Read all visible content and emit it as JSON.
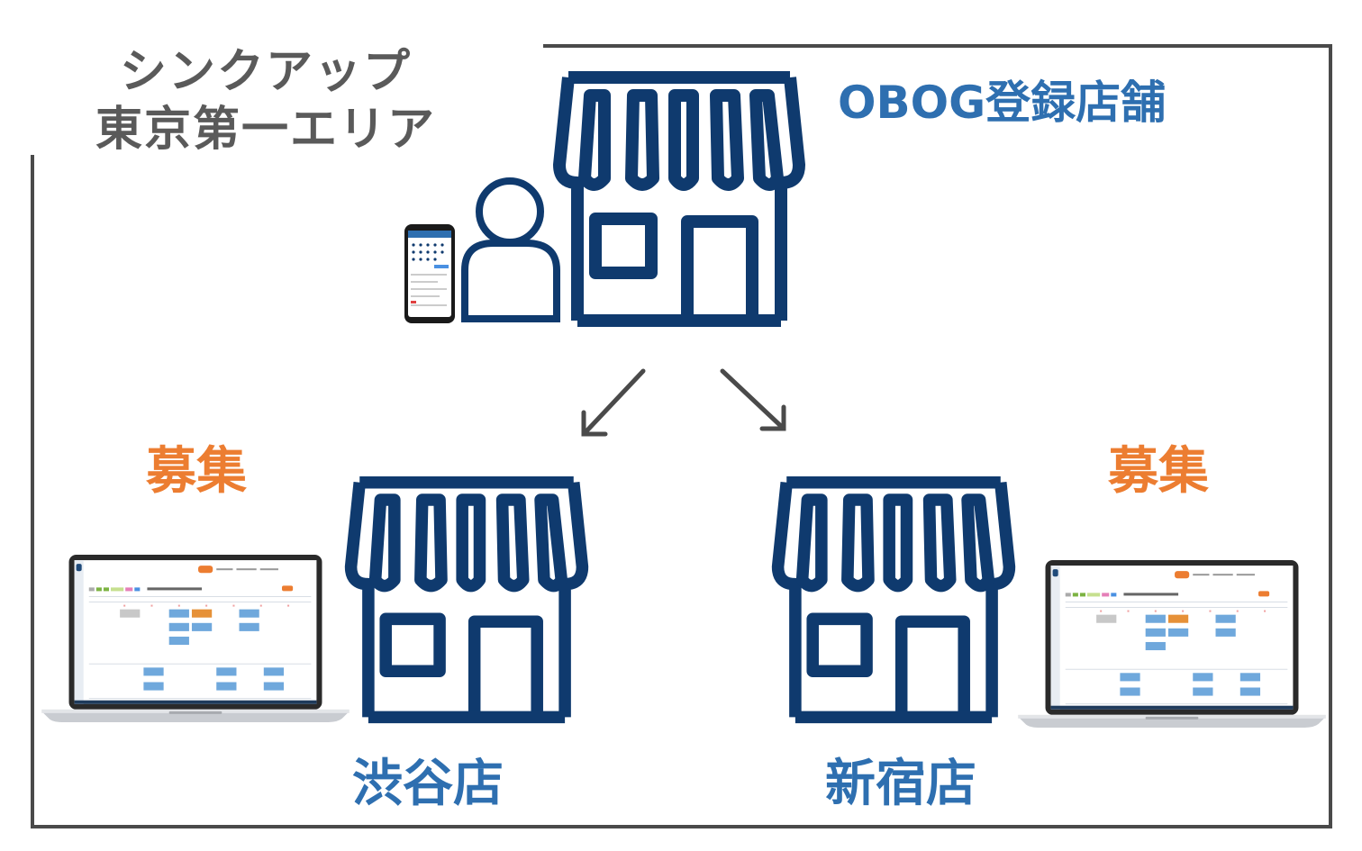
{
  "area": {
    "line1": "シンクアップ",
    "line2": "東京第一エリア"
  },
  "main_store": {
    "label": "OBOG登録店舗"
  },
  "stores": [
    {
      "name": "渋谷店",
      "recruit_label": "募集"
    },
    {
      "name": "新宿店",
      "recruit_label": "募集"
    }
  ],
  "colors": {
    "store_icon": "#0f3a6e",
    "blue_text": "#2e6fb0",
    "orange_text": "#ec7d31",
    "area_text": "#5a5a5a",
    "frame": "#4a4a4a"
  },
  "icons": [
    "storefront-icon",
    "person-icon",
    "smartphone-icon",
    "laptop-icon",
    "arrow-icon"
  ]
}
